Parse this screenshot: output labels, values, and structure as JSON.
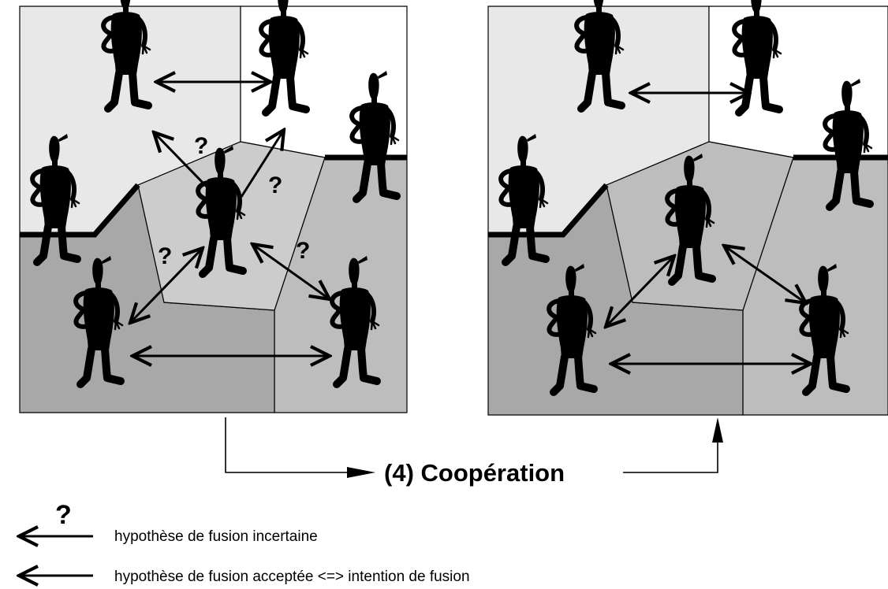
{
  "step_label": "(4) Coopération",
  "uncertain_marker": "?",
  "legend": {
    "uncertain": {
      "marker": "?",
      "text": "hypothèse de fusion incertaine"
    },
    "accepted": {
      "text": "hypothèse de fusion acceptée <=> intention de fusion"
    }
  },
  "colors": {
    "region_light": "#e8e8e8",
    "region_white": "#ffffff",
    "region_mid": "#bdbdbd",
    "region_center": "#cccccc",
    "region_dark": "#a8a8a8",
    "figure": "#000000"
  }
}
